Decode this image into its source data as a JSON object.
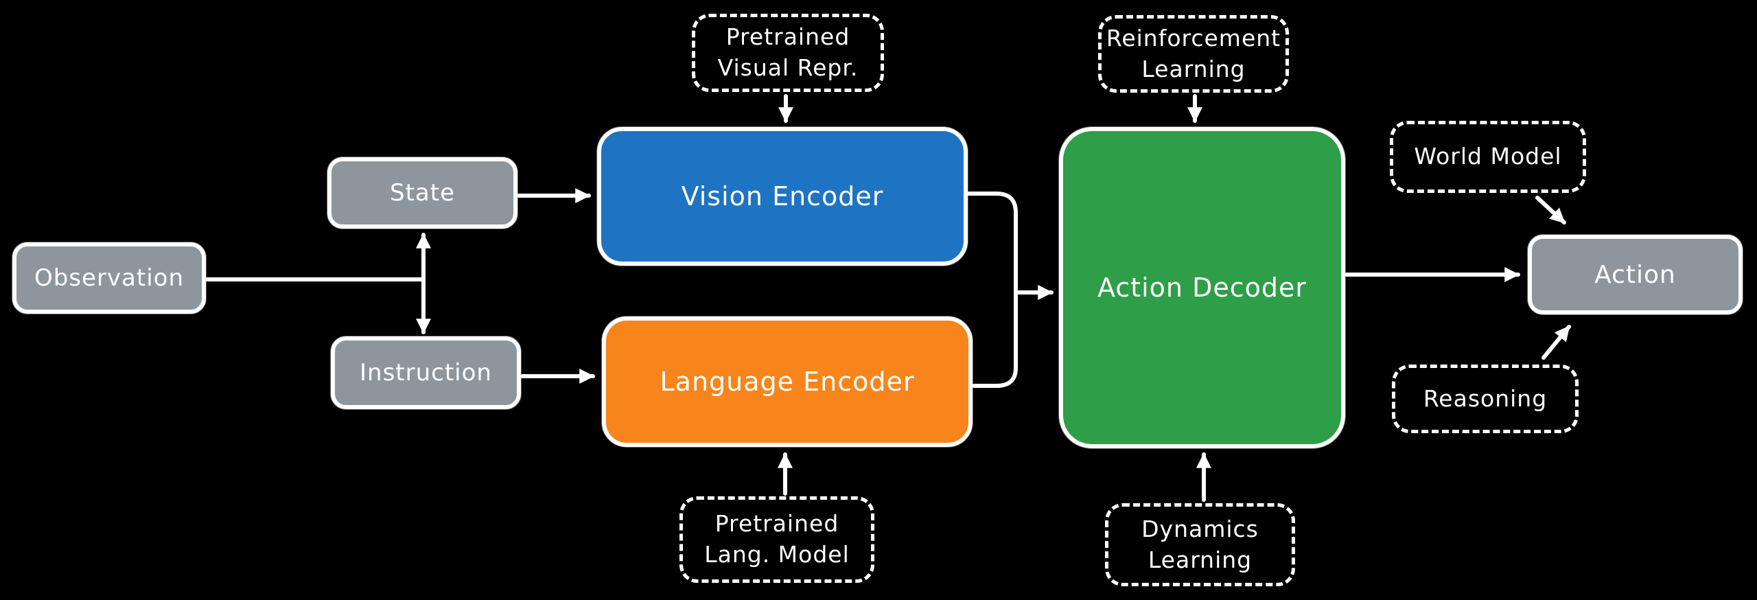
{
  "diagram": {
    "background": "#000000",
    "line_color": "#ffffff",
    "colors": {
      "gray": "#8e969d",
      "blue": "#1e74c2",
      "orange": "#f8851b",
      "green": "#2f9e49"
    },
    "nodes": {
      "observation": {
        "label": "Observation",
        "fill": "#8e969d"
      },
      "state": {
        "label": "State",
        "fill": "#8e969d"
      },
      "instruction": {
        "label": "Instruction",
        "fill": "#8e969d"
      },
      "vision_encoder": {
        "label": "Vision Encoder",
        "fill": "#1e74c2"
      },
      "language_encoder": {
        "label": "Language Encoder",
        "fill": "#f8851b"
      },
      "action_decoder": {
        "label": "Action Decoder",
        "fill": "#2f9e49"
      },
      "action": {
        "label": "Action",
        "fill": "#8e969d"
      },
      "pretrained_visual": {
        "line1": "Pretrained",
        "line2": "Visual Repr."
      },
      "reinforcement_learning": {
        "line1": "Reinforcement",
        "line2": "Learning"
      },
      "world_model": {
        "line1": "World Model"
      },
      "pretrained_lang": {
        "line1": "Pretrained",
        "line2": "Lang. Model"
      },
      "dynamics_learning": {
        "line1": "Dynamics",
        "line2": "Learning"
      },
      "reasoning": {
        "line1": "Reasoning"
      }
    }
  }
}
